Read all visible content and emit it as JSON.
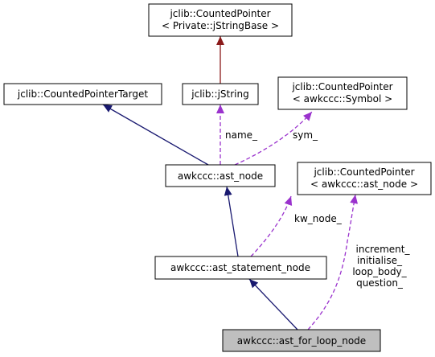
{
  "colors": {
    "inherit_edge": "#191970",
    "template_edge": "#8b1a1a",
    "usage_edge": "#9a32cd",
    "highlight_fill": "#bfbfbf"
  },
  "nodes": {
    "counted_pointer_jstringbase": {
      "line1": "jclib::CountedPointer",
      "line2": "< Private::jStringBase >"
    },
    "counted_pointer_target": {
      "label": "jclib::CountedPointerTarget"
    },
    "jstring": {
      "label": "jclib::jString"
    },
    "counted_pointer_symbol": {
      "line1": "jclib::CountedPointer",
      "line2": "< awkccc::Symbol >"
    },
    "ast_node": {
      "label": "awkccc::ast_node"
    },
    "counted_pointer_ast_node": {
      "line1": "jclib::CountedPointer",
      "line2": "< awkccc::ast_node >"
    },
    "ast_statement_node": {
      "label": "awkccc::ast_statement_node"
    },
    "ast_for_loop_node": {
      "label": "awkccc::ast_for_loop_node"
    }
  },
  "edge_labels": {
    "name": "name_",
    "sym": "sym_",
    "kw_node": "kw_node_",
    "increment": "increment_",
    "initialise": "initialise_",
    "loop_body": "loop_body_",
    "question": "question_"
  }
}
